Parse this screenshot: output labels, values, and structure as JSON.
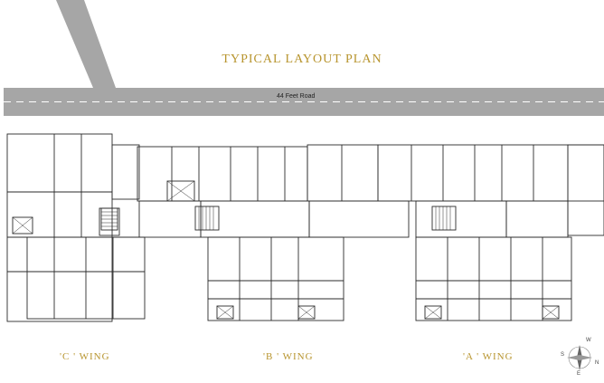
{
  "title": "TYPICAL LAYOUT PLAN",
  "road": {
    "label": "44 Feet Road"
  },
  "wings": [
    "'C ' WING",
    "'B ' WING",
    "'A ' WING"
  ],
  "compass": {
    "n": "N",
    "s": "S",
    "e": "E",
    "w": "W"
  },
  "colors": {
    "title": "#b8952f",
    "road": "#a6a6a6",
    "lines": "#2b2b2b"
  }
}
